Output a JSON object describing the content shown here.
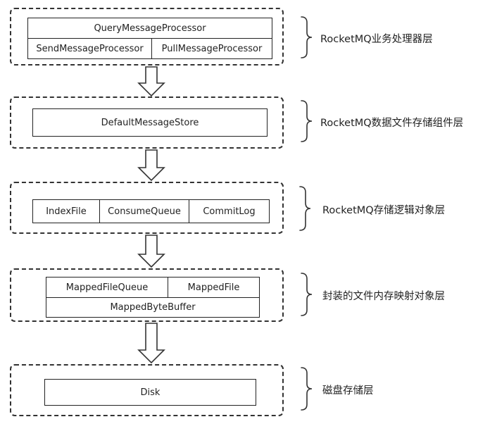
{
  "layers": [
    {
      "label": "RocketMQ业务处理器层",
      "top_box": "QueryMessageProcessor",
      "bottom_boxes": [
        "SendMessageProcessor",
        "PullMessageProcessor"
      ]
    },
    {
      "label": "RocketMQ数据文件存储组件层",
      "box": "DefaultMessageStore"
    },
    {
      "label": "RocketMQ存储逻辑对象层",
      "boxes": [
        "IndexFile",
        "ConsumeQueue",
        "CommitLog"
      ]
    },
    {
      "label": "封装的文件内存映射对象层",
      "top_boxes": [
        "MappedFileQueue",
        "MappedFile"
      ],
      "bottom_box": "MappedByteBuffer"
    },
    {
      "label": "磁盘存储层",
      "box": "Disk"
    }
  ]
}
